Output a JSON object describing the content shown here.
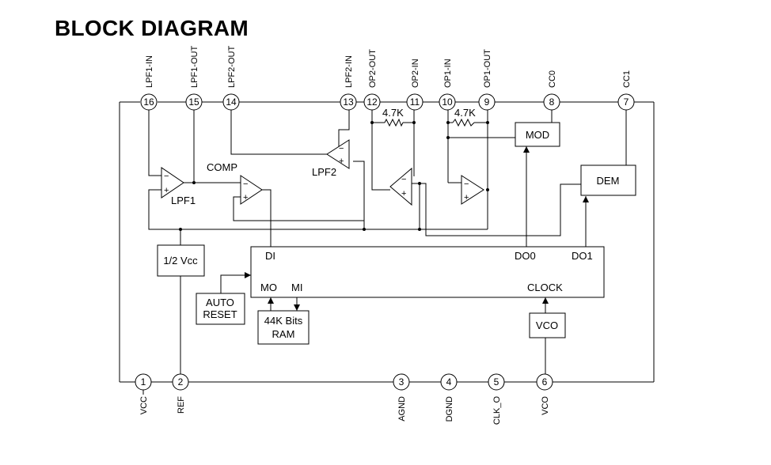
{
  "title": "BLOCK DIAGRAM",
  "pins": {
    "p1": {
      "num": "1",
      "name": "VCC"
    },
    "p2": {
      "num": "2",
      "name": "REF"
    },
    "p3": {
      "num": "3",
      "name": "AGND"
    },
    "p4": {
      "num": "4",
      "name": "DGND"
    },
    "p5": {
      "num": "5",
      "name": "CLK_O"
    },
    "p6": {
      "num": "6",
      "name": "VCO"
    },
    "p7": {
      "num": "7",
      "name": "CC1"
    },
    "p8": {
      "num": "8",
      "name": "CC0"
    },
    "p9": {
      "num": "9",
      "name": "OP1-OUT"
    },
    "p10": {
      "num": "10",
      "name": "OP1-IN"
    },
    "p11": {
      "num": "11",
      "name": "OP2-IN"
    },
    "p12": {
      "num": "12",
      "name": "OP2-OUT"
    },
    "p13": {
      "num": "13",
      "name": "LPF2-IN"
    },
    "p14": {
      "num": "14",
      "name": "LPF2-OUT"
    },
    "p15": {
      "num": "15",
      "name": "LPF1-OUT"
    },
    "p16": {
      "num": "16",
      "name": "LPF1-IN"
    }
  },
  "blocks": {
    "mod": "MOD",
    "dem": "DEM",
    "half_vcc": "1/2 Vcc",
    "auto_reset_1": "AUTO",
    "auto_reset_2": "RESET",
    "ram_1": "44K Bits",
    "ram_2": "RAM",
    "vco": "VCO"
  },
  "core_labels": {
    "di": "DI",
    "do0": "DO0",
    "do1": "DO1",
    "mo": "MO",
    "mi": "MI",
    "clock": "CLOCK"
  },
  "amps": {
    "lpf1": "LPF1",
    "comp": "COMP",
    "lpf2": "LPF2"
  },
  "resistors": {
    "r1": "4.7K",
    "r2": "4.7K"
  }
}
